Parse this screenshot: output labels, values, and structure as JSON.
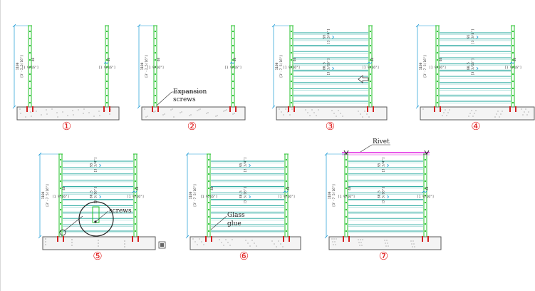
{
  "colors": {
    "post": "#22c22a",
    "rail": "#1aa39a",
    "dimension": "#1a9ad6",
    "ground": "#5a5a5a",
    "anchor": "#d42222",
    "rivet_bar": "#e020e0",
    "step_number": "#e02020"
  },
  "panels": [
    {
      "step": "①",
      "labels": []
    },
    {
      "step": "②",
      "labels": [
        "Expansion",
        "screws"
      ]
    },
    {
      "step": "③",
      "labels": [],
      "arrow": true
    },
    {
      "step": "④",
      "labels": []
    },
    {
      "step": "⑤",
      "labels": [
        "screws"
      ],
      "magnifier": true
    },
    {
      "step": "⑥",
      "labels": [
        "Glass",
        "glue"
      ]
    },
    {
      "step": "⑦",
      "labels": [
        "Rivet"
      ],
      "rivet": true
    }
  ],
  "dimensions": {
    "height_mm": "1100",
    "height_in": "[3'-7 5/16\"]",
    "post_mm": "40",
    "post_in": "[1 9/16\"]",
    "rail_mm": "95",
    "rail_in": "[3 3/4\"]",
    "gap_mm": "80.5",
    "gap_in": "[3 3/16\"]"
  }
}
